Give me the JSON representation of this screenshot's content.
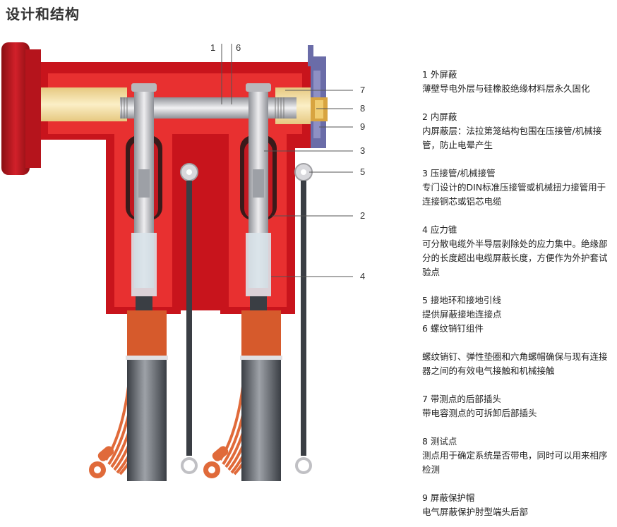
{
  "title": "设计和结构",
  "callouts": [
    {
      "id": "1",
      "label": "1"
    },
    {
      "id": "6",
      "label": "6"
    },
    {
      "id": "7",
      "label": "7"
    },
    {
      "id": "8",
      "label": "8"
    },
    {
      "id": "9",
      "label": "9"
    },
    {
      "id": "3",
      "label": "3"
    },
    {
      "id": "5",
      "label": "5"
    },
    {
      "id": "2",
      "label": "2"
    },
    {
      "id": "4",
      "label": "4"
    }
  ],
  "descriptions": [
    {
      "title": "1 外屏蔽",
      "text": "薄壁导电外层与硅橡胶绝缘材料层永久固化"
    },
    {
      "title": "2 内屏蔽",
      "text": "内屏蔽层：法拉第笼结构包围在压接管/机械接管，防止电晕产生"
    },
    {
      "title": "3 压接管/机械接管",
      "text": "专门设计的DIN标准压接管或机械扭力接管用于连接铜芯或铝芯电缆"
    },
    {
      "title": "4 应力锥",
      "text": "可分散电缆外半导层剥除处的应力集中。绝缘部分的长度超出电缆屏蔽长度，方便作为外护套试验点"
    },
    {
      "title": "5 接地环和接地引线",
      "text": "提供屏蔽接地连接点"
    },
    {
      "title": "6 螺纹销钉组件",
      "text": ""
    },
    {
      "title": "",
      "text": "螺纹销钉、弹性垫圈和六角螺帽确保与现有连接器之间的有效电气接触和机械接触"
    },
    {
      "title": "7 带测点的后部插头",
      "text": "带电容测点的可拆卸后部插头"
    },
    {
      "title": "8 测试点",
      "text": "测点用于确定系统是否带电，同时可以用来相序检测"
    },
    {
      "title": "9 屏蔽保护帽",
      "text": "电气屏蔽保护肘型端头后部"
    }
  ],
  "colors": {
    "outer_red": "#c8141c",
    "inner_red": "#e83030",
    "cream": "#f5e0a8",
    "copper": "#e06a3a",
    "silver": "#c8c8cc",
    "cable": "#555a60"
  }
}
